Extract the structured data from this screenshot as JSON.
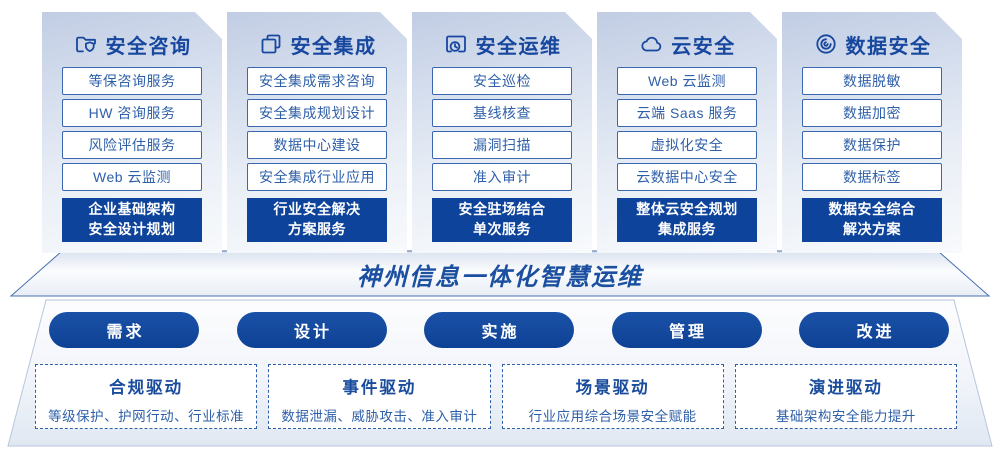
{
  "columns": [
    {
      "icon": "folder-shield-icon",
      "title": "安全咨询",
      "items": [
        "等保咨询服务",
        "HW 咨询服务",
        "风险评估服务",
        "Web 云监测"
      ],
      "highlight": "企业基础架构\n安全设计规划"
    },
    {
      "icon": "documents-icon",
      "title": "安全集成",
      "items": [
        "安全集成需求咨询",
        "安全集成规划设计",
        "数据中心建设",
        "安全集成行业应用"
      ],
      "highlight": "行业安全解决\n方案服务"
    },
    {
      "icon": "folder-clock-icon",
      "title": "安全运维",
      "items": [
        "安全巡检",
        "基线核查",
        "漏洞扫描",
        "准入审计"
      ],
      "highlight": "安全驻场结合\n单次服务"
    },
    {
      "icon": "cloud-icon",
      "title": "云安全",
      "items": [
        "Web 云监测",
        "云端 Saas 服务",
        "虚拟化安全",
        "云数据中心安全"
      ],
      "highlight": "整体云安全规划\n集成服务"
    },
    {
      "icon": "fingerprint-icon",
      "title": "数据安全",
      "items": [
        "数据脱敏",
        "数据加密",
        "数据保护",
        "数据标签"
      ],
      "highlight": "数据安全综合\n解决方案"
    }
  ],
  "banner": {
    "title": "神州信息一体化智慧运维"
  },
  "process": {
    "pills": [
      "需求",
      "设计",
      "实施",
      "管理",
      "改进"
    ]
  },
  "drivers": [
    {
      "title": "合规驱动",
      "desc": "等级保护、护网行动、行业标准"
    },
    {
      "title": "事件驱动",
      "desc": "数据泄漏、威胁攻击、准入审计"
    },
    {
      "title": "场景驱动",
      "desc": "行业应用综合场景安全赋能"
    },
    {
      "title": "演进驱动",
      "desc": "基础架构安全能力提升"
    }
  ],
  "colors": {
    "primary_blue": "#0D439A",
    "title_blue": "#17479E",
    "item_border_blue": "#3A67AE",
    "item_text_blue": "#2E5FA9",
    "card_gradient_top": "#C1CDE4",
    "card_gradient_bottom": "#F8FAFC"
  }
}
